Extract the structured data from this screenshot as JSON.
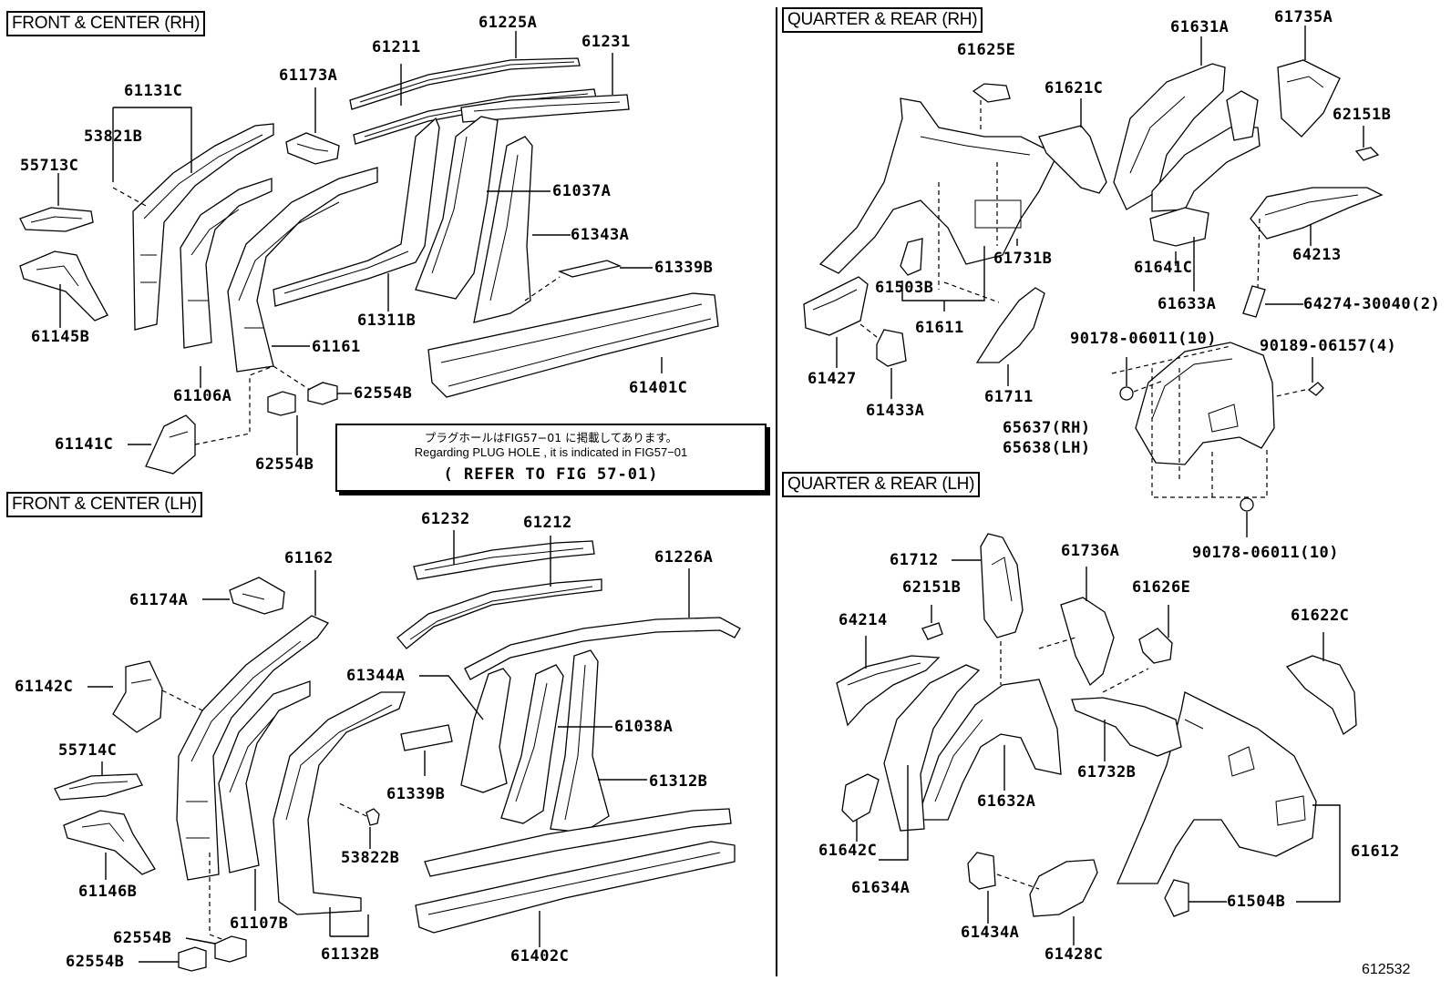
{
  "sections": {
    "front_center_rh": "FRONT & CENTER (RH)",
    "front_center_lh": "FRONT & CENTER (LH)",
    "quarter_rear_rh": "QUARTER  &  REAR (RH)",
    "quarter_rear_lh": "QUARTER  &  REAR (LH)"
  },
  "note": {
    "japanese": "プラグホールはFIG57−01 に掲載してあります。",
    "english": "Regarding  PLUG HOLE , it is indicated in  FIG57−01",
    "reference": "( REFER TO FIG 57-01)"
  },
  "figure_code": "612532",
  "parts": {
    "p61225A": "61225A",
    "p61211": "61211",
    "p61231": "61231",
    "p61173A": "61173A",
    "p61131C": "61131C",
    "p53821B": "53821B",
    "p55713C": "55713C",
    "p61037A": "61037A",
    "p61343A": "61343A",
    "p61339B_rh": "61339B",
    "p61145B": "61145B",
    "p61311B": "61311B",
    "p61161": "61161",
    "p62554B_rh1": "62554B",
    "p61106A": "61106A",
    "p61401C": "61401C",
    "p61141C": "61141C",
    "p62554B_rh2": "62554B",
    "p61232": "61232",
    "p61212": "61212",
    "p61226A": "61226A",
    "p61162": "61162",
    "p61174A": "61174A",
    "p61344A": "61344A",
    "p61142C": "61142C",
    "p61038A": "61038A",
    "p55714C": "55714C",
    "p61339B_lh": "61339B",
    "p61312B": "61312B",
    "p53822B": "53822B",
    "p61146B": "61146B",
    "p61107B": "61107B",
    "p62554B_lh1": "62554B",
    "p62554B_lh2": "62554B",
    "p61132B": "61132B",
    "p61402C": "61402C",
    "p61625E": "61625E",
    "p61631A": "61631A",
    "p61735A": "61735A",
    "p61621C": "61621C",
    "p62151B_rh": "62151B",
    "p61731B": "61731B",
    "p64213": "64213",
    "p61503B": "61503B",
    "p61641C": "61641C",
    "p61611": "61611",
    "p61633A": "61633A",
    "p64274": "64274-30040(2)",
    "p61427": "61427",
    "p90178_a": "90178-06011(10)",
    "p90189": "90189-06157(4)",
    "p61433A": "61433A",
    "p61711": "61711",
    "p65637": "65637(RH)",
    "p65638": "65638(LH)",
    "p90178_b": "90178-06011(10)",
    "p61712": "61712",
    "p61736A": "61736A",
    "p62151B_lh": "62151B",
    "p61626E": "61626E",
    "p64214": "64214",
    "p61622C": "61622C",
    "p61732B": "61732B",
    "p61632A": "61632A",
    "p61642C": "61642C",
    "p61612": "61612",
    "p61634A": "61634A",
    "p61504B": "61504B",
    "p61434A": "61434A",
    "p61428C": "61428C"
  }
}
